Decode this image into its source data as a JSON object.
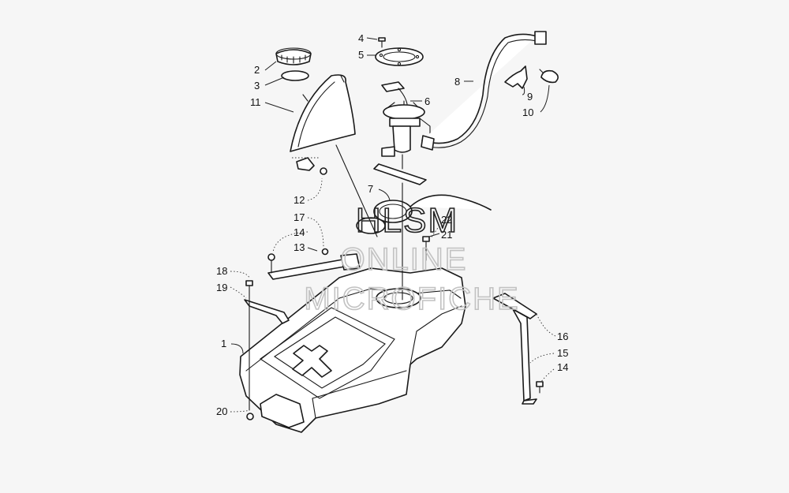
{
  "diagram": {
    "callouts": [
      "1",
      "2",
      "3",
      "4",
      "5",
      "6",
      "7",
      "8",
      "9",
      "10",
      "11",
      "12",
      "13",
      "14",
      "15",
      "16",
      "17",
      "18",
      "19",
      "20",
      "21",
      "22",
      "14"
    ]
  },
  "watermark": {
    "line1": "HLSM",
    "line2": "ONLINE",
    "line3": "MICROFICHE"
  }
}
